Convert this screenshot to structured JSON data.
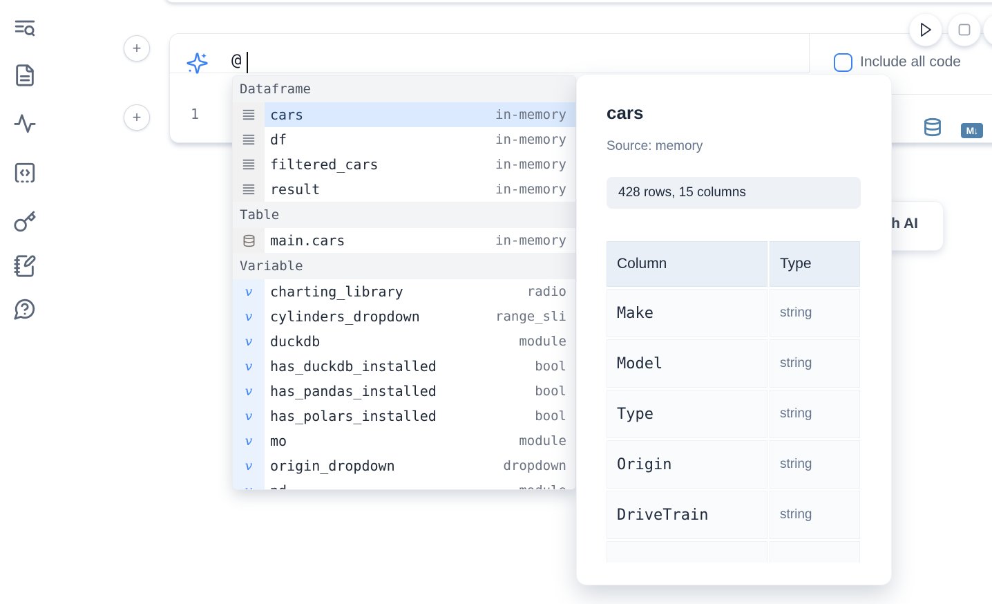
{
  "sidebar": {
    "items": [
      {
        "icon": "list-search-icon"
      },
      {
        "icon": "file-text-icon"
      },
      {
        "icon": "activity-icon"
      },
      {
        "icon": "code-block-icon"
      },
      {
        "icon": "key-icon"
      },
      {
        "icon": "notebook-pen-icon"
      },
      {
        "icon": "help-chat-icon"
      }
    ]
  },
  "cell_controls": {
    "add_above": "+",
    "add_below": "+"
  },
  "ai_prompt": {
    "value": "@",
    "include_all_code_label": "Include all code",
    "checkbox_checked": false
  },
  "editor": {
    "line_number": "1"
  },
  "cell_footer": {
    "markdown_badge": "M↓"
  },
  "autocomplete": {
    "sections": [
      {
        "label": "Dataframe",
        "items": [
          {
            "name": "cars",
            "type": "in-memory",
            "icon": "rows",
            "selected": true
          },
          {
            "name": "df",
            "type": "in-memory",
            "icon": "rows"
          },
          {
            "name": "filtered_cars",
            "type": "in-memory",
            "icon": "rows"
          },
          {
            "name": "result",
            "type": "in-memory",
            "icon": "rows"
          }
        ]
      },
      {
        "label": "Table",
        "items": [
          {
            "name": "main.cars",
            "type": "in-memory",
            "icon": "database"
          }
        ]
      },
      {
        "label": "Variable",
        "items": [
          {
            "name": "charting_library",
            "type": "radio",
            "icon": "variable"
          },
          {
            "name": "cylinders_dropdown",
            "type": "range_sli",
            "icon": "variable"
          },
          {
            "name": "duckdb",
            "type": "module",
            "icon": "variable"
          },
          {
            "name": "has_duckdb_installed",
            "type": "bool",
            "icon": "variable"
          },
          {
            "name": "has_pandas_installed",
            "type": "bool",
            "icon": "variable"
          },
          {
            "name": "has_polars_installed",
            "type": "bool",
            "icon": "variable"
          },
          {
            "name": "mo",
            "type": "module",
            "icon": "variable"
          },
          {
            "name": "origin_dropdown",
            "type": "dropdown",
            "icon": "variable"
          },
          {
            "name": "pd",
            "type": "module",
            "icon": "variable"
          }
        ]
      }
    ]
  },
  "popover": {
    "title": "cars",
    "source": "Source: memory",
    "shape_badge": "428 rows, 15 columns",
    "table": {
      "headers": [
        "Column",
        "Type"
      ],
      "rows": [
        [
          "Make",
          "string"
        ],
        [
          "Model",
          "string"
        ],
        [
          "Type",
          "string"
        ],
        [
          "Origin",
          "string"
        ],
        [
          "DriveTrain",
          "string"
        ],
        [
          "",
          ""
        ]
      ]
    }
  },
  "ai_generate_panel": {
    "label": "Generate with AI"
  },
  "colors": {
    "accent_blue": "#3b82f6",
    "selected_row_bg": "#dbeafe",
    "steel_blue": "#4f81aa",
    "section_header_bg": "#f3f4f6"
  }
}
